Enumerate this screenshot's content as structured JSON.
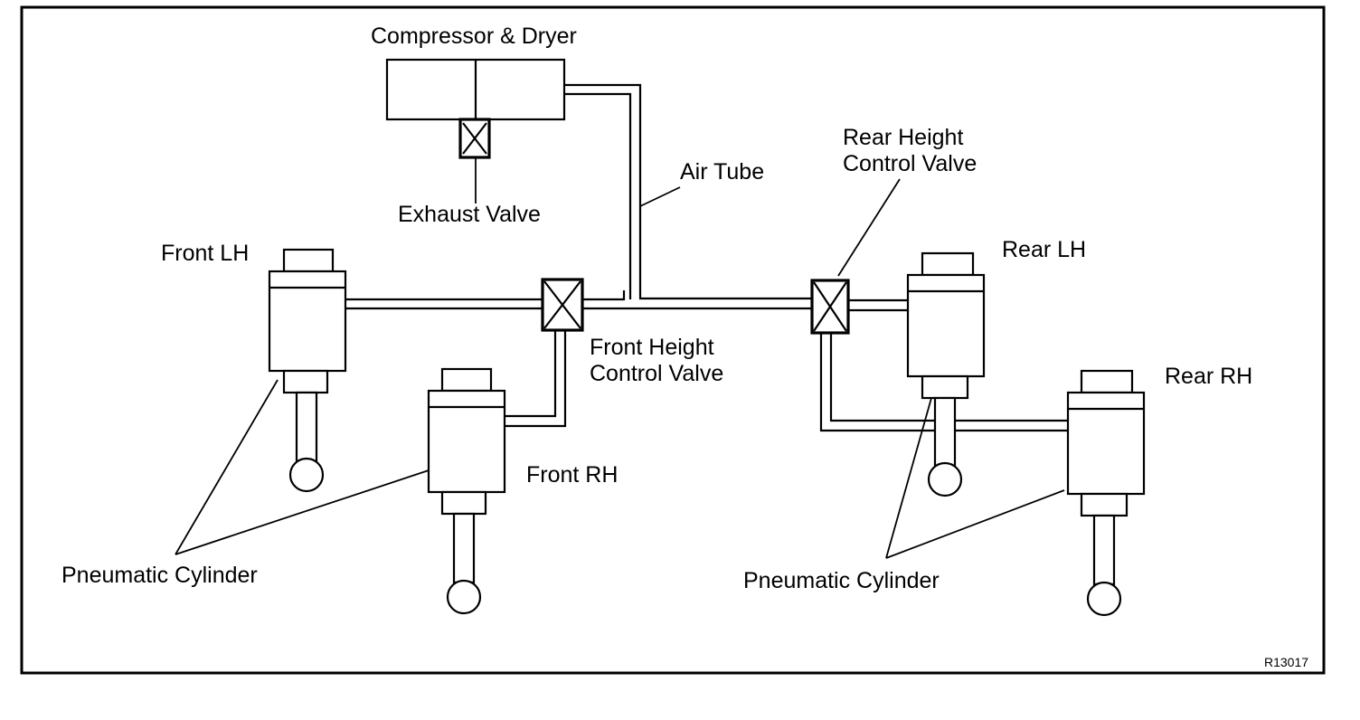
{
  "labels": {
    "compressor": "Compressor & Dryer",
    "exhaust_valve": "Exhaust Valve",
    "air_tube": "Air Tube",
    "rear_valve_line1": "Rear Height",
    "rear_valve_line2": "Control Valve",
    "front_valve_line1": "Front Height",
    "front_valve_line2": "Control Valve",
    "front_lh": "Front LH",
    "front_rh": "Front RH",
    "rear_lh": "Rear LH",
    "rear_rh": "Rear RH",
    "pneumatic_front": "Pneumatic Cylinder",
    "pneumatic_rear": "Pneumatic Cylinder",
    "figure_ref": "R13017"
  }
}
